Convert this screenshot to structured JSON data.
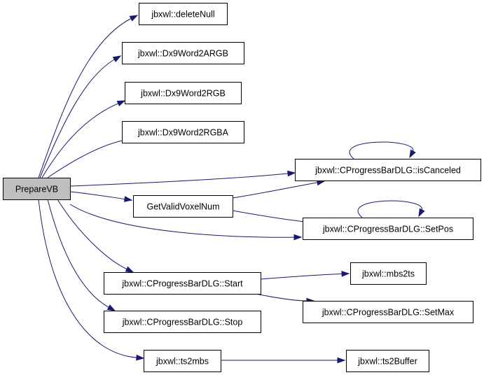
{
  "diagram": {
    "edge_color": "#191970",
    "root_fill": "#bfbfbf",
    "nodes": [
      {
        "id": "n0",
        "label": "PrepareVB",
        "root": true
      },
      {
        "id": "n1",
        "label": "jbxwl::deleteNull"
      },
      {
        "id": "n2",
        "label": "jbxwl::Dx9Word2ARGB"
      },
      {
        "id": "n3",
        "label": "jbxwl::Dx9Word2RGB"
      },
      {
        "id": "n4",
        "label": "jbxwl::Dx9Word2RGBA"
      },
      {
        "id": "n5",
        "label": "jbxwl::CProgressBarDLG::isCanceled"
      },
      {
        "id": "n6",
        "label": "GetValidVoxelNum"
      },
      {
        "id": "n7",
        "label": "jbxwl::CProgressBarDLG::SetPos"
      },
      {
        "id": "n8",
        "label": "jbxwl::CProgressBarDLG::Start"
      },
      {
        "id": "n9",
        "label": "jbxwl::mbs2ts"
      },
      {
        "id": "n10",
        "label": "jbxwl::CProgressBarDLG::SetMax"
      },
      {
        "id": "n11",
        "label": "jbxwl::CProgressBarDLG::Stop"
      },
      {
        "id": "n12",
        "label": "jbxwl::ts2mbs"
      },
      {
        "id": "n13",
        "label": "jbxwl::ts2Buffer"
      }
    ],
    "edges": [
      {
        "from": "n0",
        "to": "n1"
      },
      {
        "from": "n0",
        "to": "n2"
      },
      {
        "from": "n0",
        "to": "n3"
      },
      {
        "from": "n0",
        "to": "n4"
      },
      {
        "from": "n0",
        "to": "n5"
      },
      {
        "from": "n0",
        "to": "n6"
      },
      {
        "from": "n0",
        "to": "n7"
      },
      {
        "from": "n0",
        "to": "n8"
      },
      {
        "from": "n0",
        "to": "n11"
      },
      {
        "from": "n0",
        "to": "n12"
      },
      {
        "from": "n6",
        "to": "n5"
      },
      {
        "from": "n6",
        "to": "n7"
      },
      {
        "from": "n5",
        "to": "n5"
      },
      {
        "from": "n7",
        "to": "n7"
      },
      {
        "from": "n8",
        "to": "n9"
      },
      {
        "from": "n8",
        "to": "n10"
      },
      {
        "from": "n12",
        "to": "n13"
      }
    ]
  }
}
